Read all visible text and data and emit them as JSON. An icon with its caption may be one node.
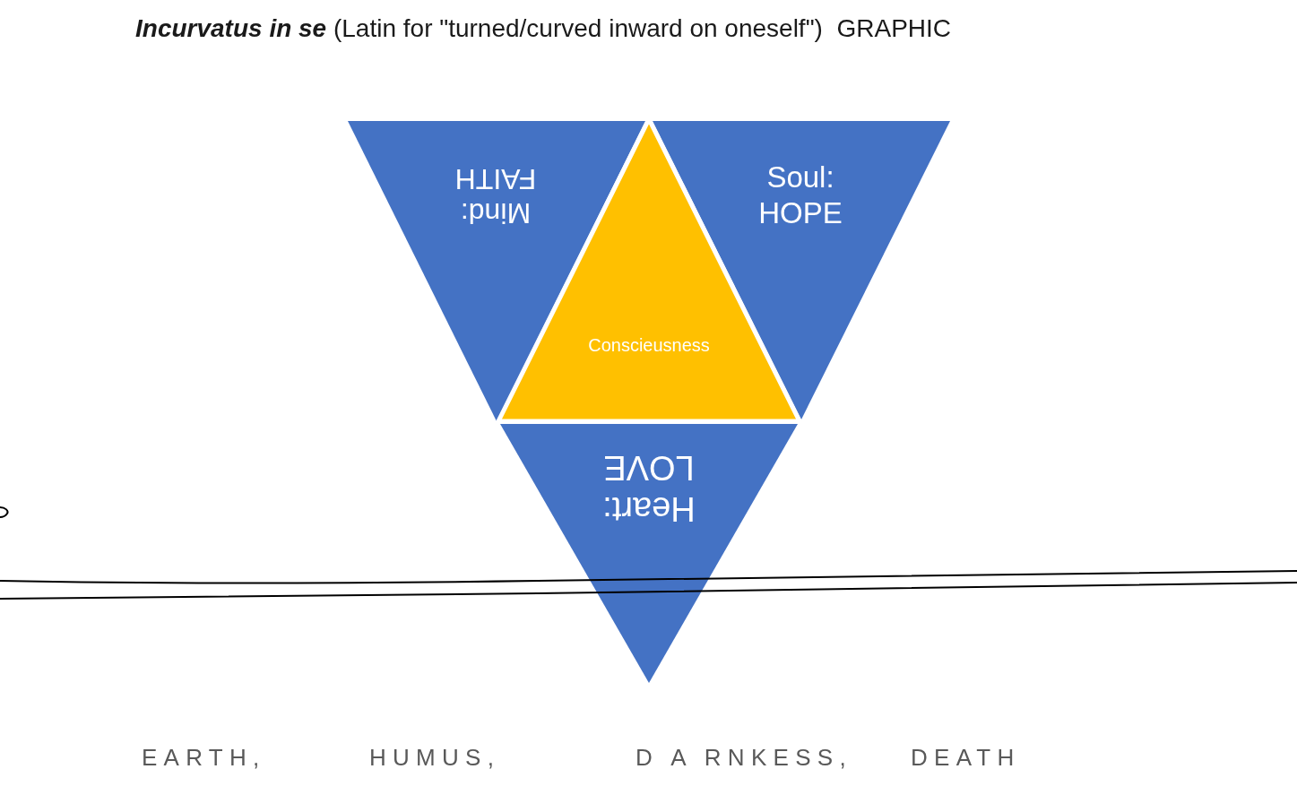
{
  "diagram": {
    "title": "**Incurvatus in se** (Latin for \"turned/curved inward on oneself\")  GRAPHIC",
    "nodes": [
      {
        "text": [
          "Mind: FAITH"
        ]
      },
      {
        "text": [
          "Soul: HOPE"
        ]
      },
      {
        "text": [
          "Conscieusness"
        ]
      },
      {
        "text": [
          "Heart: LOVE"
        ]
      }
    ],
    "labels": [
      "EARTH,",
      "HUMUS,",
      "D A RNKESS,",
      "DEATH"
    ]
  }
}
